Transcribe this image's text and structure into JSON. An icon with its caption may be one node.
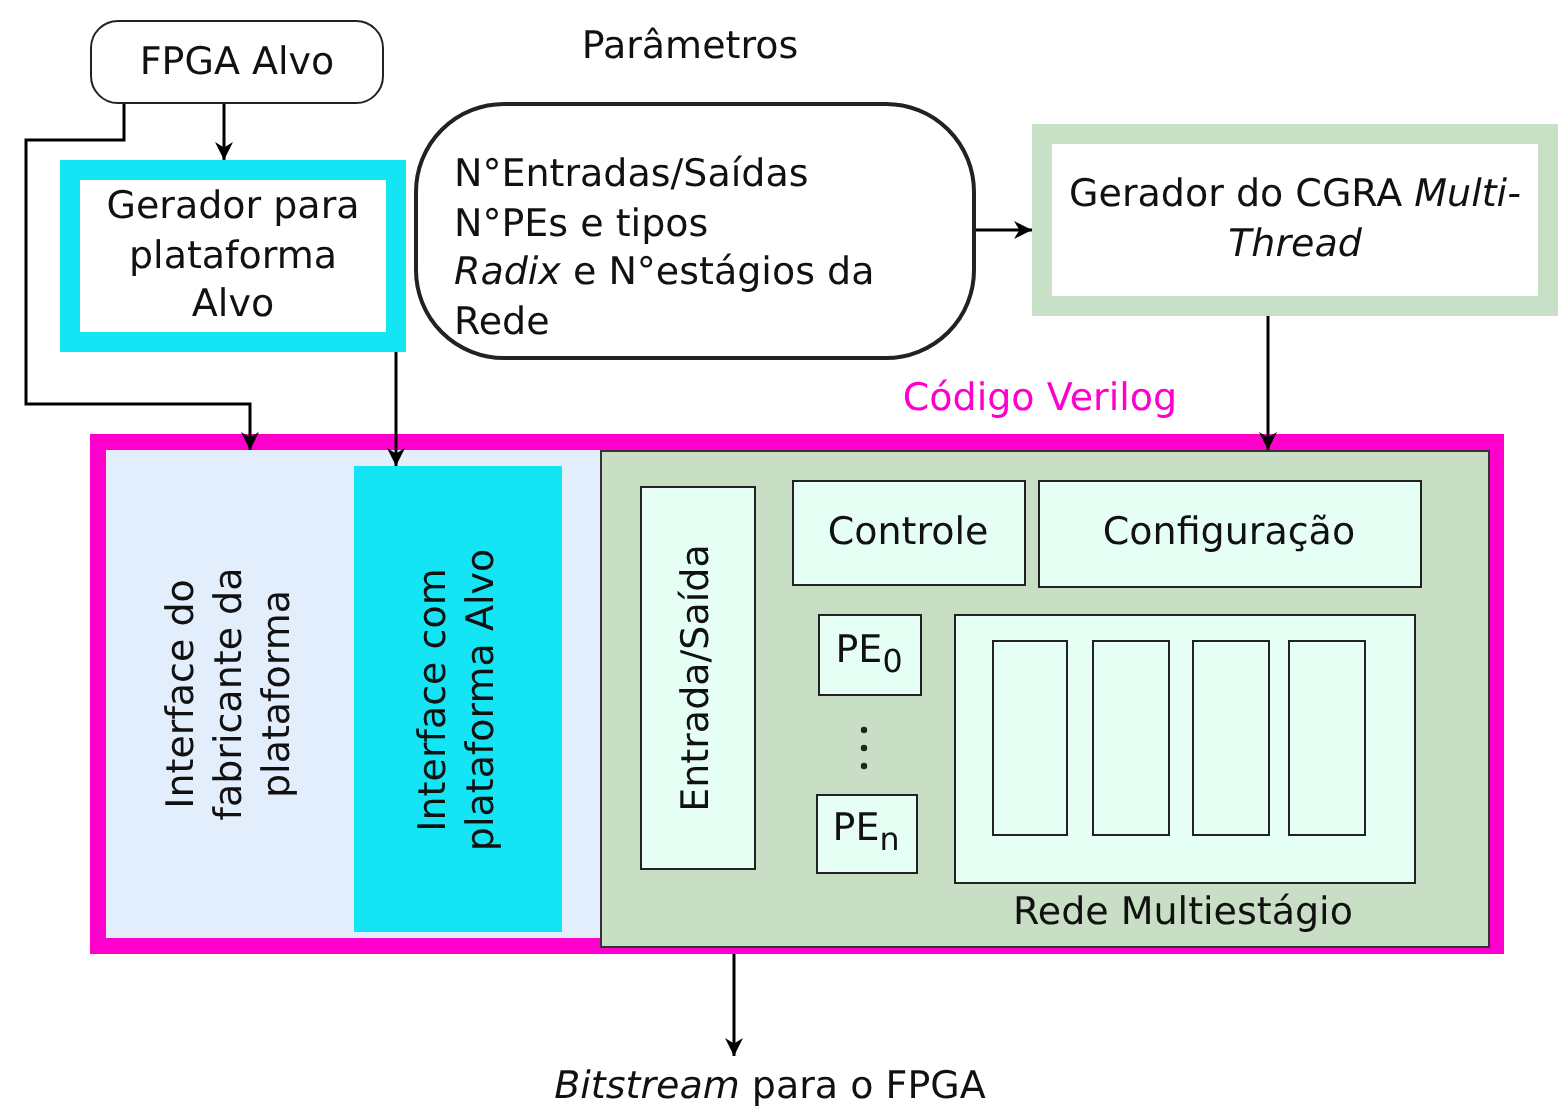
{
  "diagram": {
    "nodes": [
      {
        "text": [
          "FPGA Alvo"
        ]
      },
      {
        "text": [
          "Parâmetros",
          "N°Entradas/Saídas",
          "N°PEs  e tipos",
          "*Radix* e N°estágios da Rede"
        ]
      },
      {
        "text": [
          "Gerador para plataforma Alvo"
        ]
      },
      {
        "text": [
          "Gerador do CGRA *Multi-Thread*"
        ]
      },
      {
        "text": [
          "Código Verilog"
        ]
      },
      {
        "text": [
          "Interface do fabricante da plataforma"
        ],
        "in": 4
      },
      {
        "text": [
          "Interface com plataforma Alvo"
        ],
        "in": 4
      },
      {
        "text": [],
        "shape": "box",
        "in": 4
      },
      {
        "text": [
          "Entrada/Saída"
        ],
        "in": 7
      },
      {
        "text": [
          "Controle"
        ],
        "in": 7
      },
      {
        "text": [
          "Configuração"
        ],
        "in": 7
      },
      {
        "text": [
          "PE$_{0}$"
        ],
        "in": 7
      },
      {
        "text": [
          "PE$_{n}$"
        ],
        "in": 7
      },
      {
        "text": [
          "Rede Multiestágio"
        ],
        "in": 7
      },
      {
        "text": [],
        "shape": "box",
        "in": 13
      },
      {
        "text": [],
        "shape": "box",
        "in": 13
      },
      {
        "text": [],
        "shape": "box",
        "in": 13
      },
      {
        "text": [],
        "shape": "box",
        "in": 13
      },
      {
        "text": [
          "*Bitstream* para o FPGA"
        ]
      }
    ],
    "edges": [
      {
        "from": 0,
        "to": 2,
        "arrow": "to"
      },
      {
        "from": 0,
        "to": 5,
        "arrow": "to"
      },
      {
        "from": 2,
        "to": 6,
        "arrow": "to"
      },
      {
        "from": 1,
        "to": 3,
        "arrow": "to"
      },
      {
        "from": 3,
        "to": 7,
        "arrow": "to"
      },
      {
        "from": 4,
        "to": 18,
        "arrow": "to"
      }
    ]
  }
}
